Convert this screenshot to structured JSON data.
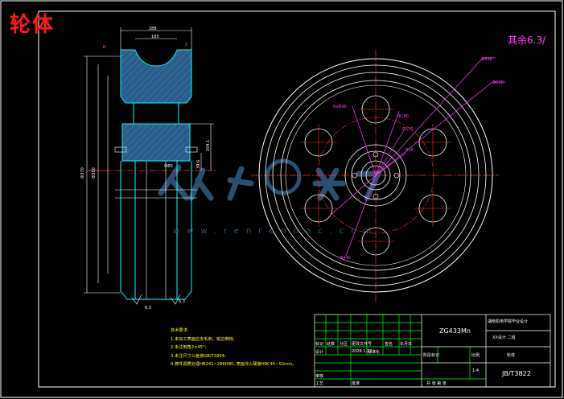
{
  "title": "轮体",
  "finish_note": "其余6.3/",
  "watermark": "www.renrendoc.com",
  "section_view": {
    "dims": {
      "top_width": "288",
      "inner_width": "165",
      "outer_dia": "Ф370",
      "bore_dia": "Ф300",
      "hub_height": "204.1",
      "hub_bore": "Ф80",
      "hub_offset": "39.6",
      "left_label": "R",
      "right_label": "X",
      "bottom_left": "6.3",
      "bottom_right": "6.3"
    }
  },
  "front_view": {
    "labels": {
      "outer": "Ф548",
      "rim": "Ф528",
      "holes": "6xФ90",
      "bolt_circle": "Ф180",
      "keyway": "Ф115",
      "r_small": "R16",
      "pcd": "Ф440"
    }
  },
  "tech_notes": [
    "技术要求:",
    "1.未加工表面应去毛刺、锐边倒钝;",
    "2.未注倒角2×45°;",
    "3.未注尺寸公差按GB/T1804;",
    "4.铸件调质处理HB241~286HBS, 表面淬火硬度HRC45~52mm。"
  ],
  "title_block": {
    "material": "ZG433Mn",
    "school": "湖南机电学院毕业设计",
    "design_line": "XX设计 二班",
    "part_name": "轮体",
    "drawing_no": "JB/T3822",
    "scale_label": "比例",
    "scale": "1:4",
    "headers": [
      "标记",
      "处数",
      "分区",
      "更改文件号",
      "签名",
      "年月日"
    ],
    "row_design": "设计",
    "row_std": "标准化",
    "row_stage": "阶段标记",
    "row_weight": "重量",
    "row_review": "审核",
    "row_process": "工艺",
    "row_approve": "批准",
    "sheets": "共 张  第 张",
    "date_val": "2009.1.22"
  }
}
